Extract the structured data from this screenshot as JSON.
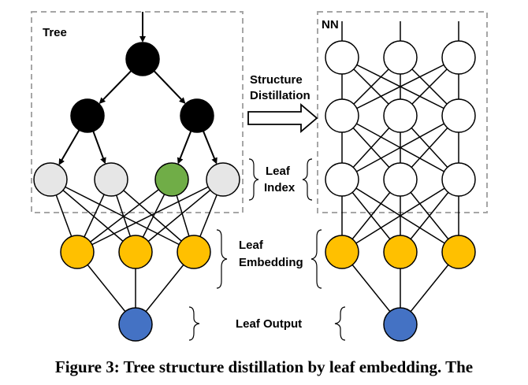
{
  "labels": {
    "tree": "Tree",
    "nn": "NN",
    "structure": "Structure",
    "distillation": "Distillation",
    "leaf_index_1": "Leaf",
    "leaf_index_2": "Index",
    "leaf_embedding_1": "Leaf",
    "leaf_embedding_2": "Embedding",
    "leaf_output": "Leaf Output"
  },
  "caption": "Figure 3: Tree structure distillation by leaf embedding. The",
  "colors": {
    "tree_internal": "#000000",
    "leaf_inactive": "#e6e6e6",
    "leaf_active": "#70ad47",
    "nn_node": "#ffffff",
    "embedding": "#ffc000",
    "output": "#4472c4",
    "box_border": "#a6a6a6"
  },
  "active_leaf": 3
}
